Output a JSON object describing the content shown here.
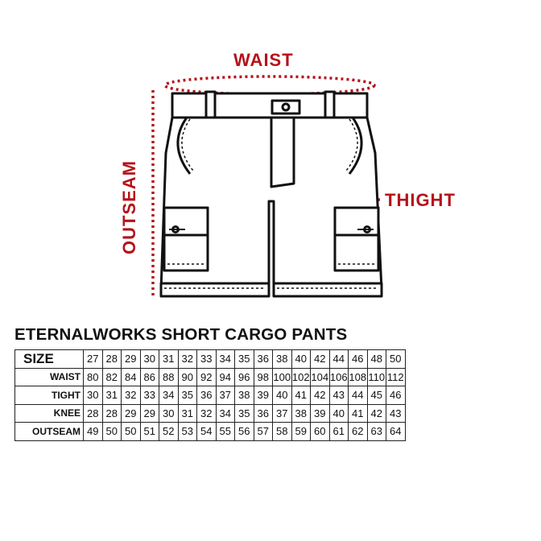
{
  "diagram": {
    "labels": {
      "waist": "WAIST",
      "thight": "THIGHT",
      "outseam": "OUTSEAM"
    },
    "colors": {
      "accent": "#b5121b",
      "outline": "#111111"
    }
  },
  "title": "ETERNALWORKS SHORT CARGO PANTS",
  "table": {
    "header_label": "SIZE",
    "sizes": [
      "27",
      "28",
      "29",
      "30",
      "31",
      "32",
      "33",
      "34",
      "35",
      "36",
      "38",
      "40",
      "42",
      "44",
      "46",
      "48",
      "50"
    ],
    "rows": [
      {
        "label": "WAIST",
        "values": [
          "80",
          "82",
          "84",
          "86",
          "88",
          "90",
          "92",
          "94",
          "96",
          "98",
          "100",
          "102",
          "104",
          "106",
          "108",
          "110",
          "112"
        ]
      },
      {
        "label": "TIGHT",
        "values": [
          "30",
          "31",
          "32",
          "33",
          "34",
          "35",
          "36",
          "37",
          "38",
          "39",
          "40",
          "41",
          "42",
          "43",
          "44",
          "45",
          "46"
        ]
      },
      {
        "label": "KNEE",
        "values": [
          "28",
          "28",
          "29",
          "29",
          "30",
          "31",
          "32",
          "34",
          "35",
          "36",
          "37",
          "38",
          "39",
          "40",
          "41",
          "42",
          "43"
        ]
      },
      {
        "label": "OUTSEAM",
        "values": [
          "49",
          "50",
          "50",
          "51",
          "52",
          "53",
          "54",
          "55",
          "56",
          "57",
          "58",
          "59",
          "60",
          "61",
          "62",
          "63",
          "64"
        ]
      }
    ]
  }
}
